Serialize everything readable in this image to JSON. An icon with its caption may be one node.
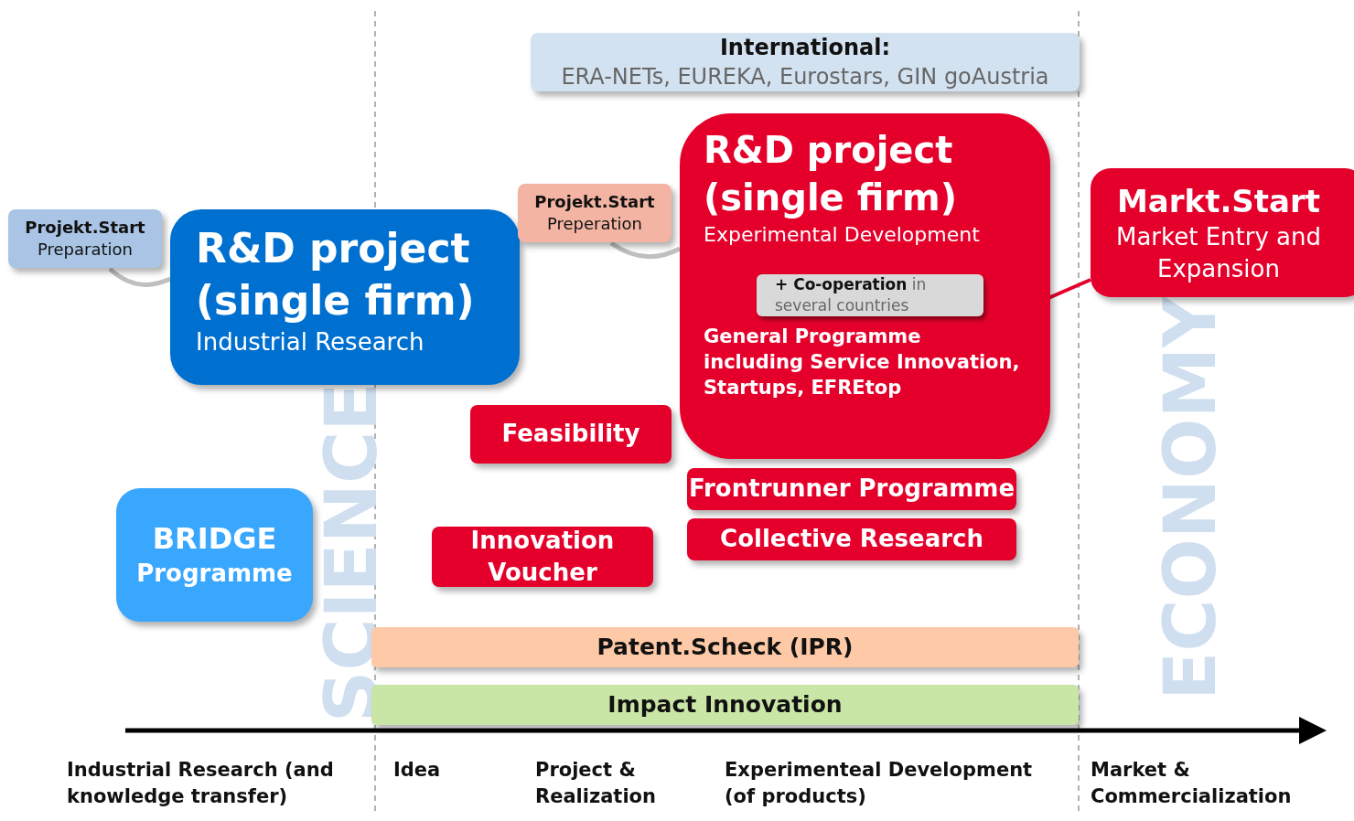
{
  "diagram": {
    "nodes": [
      {
        "text": [
          "International:",
          "ERA-NETs, EUREKA, Eurostars, GIN goAustria"
        ]
      },
      {
        "text": [
          "Projekt.Start",
          "Preparation"
        ]
      },
      {
        "text": [
          "R&D project (single firm)",
          "Industrial Research"
        ]
      },
      {
        "text": [
          "Projekt.Start",
          "Preperation"
        ]
      },
      {
        "text": [
          "R&D project (single firm)",
          "Experimental Development",
          "General Programme including Service Innovation, Startups, EFREtop"
        ]
      },
      {
        "text": [
          "**+ Co-operation** in several countries"
        ],
        "in": 4
      },
      {
        "text": [
          "Markt.Start",
          "Market Entry and Expansion"
        ]
      },
      {
        "text": [
          "Feasibility"
        ]
      },
      {
        "text": [
          "Frontrunner Programme"
        ]
      },
      {
        "text": [
          "Collective Research"
        ]
      },
      {
        "text": [
          "BRIDGE",
          "Programme"
        ]
      },
      {
        "text": [
          "Innovation Voucher"
        ]
      },
      {
        "text": [
          "Patent.Scheck (IPR)"
        ]
      },
      {
        "text": [
          "Impact Innovation"
        ]
      }
    ],
    "edges": [
      {
        "from": 1,
        "to": 2,
        "arrow": "none"
      },
      {
        "from": 3,
        "to": 4,
        "arrow": "none"
      },
      {
        "from": 4,
        "to": 6,
        "arrow": "none",
        "color": "#e4002b"
      }
    ],
    "labels": [
      "SCIENCE",
      "ECONOMY",
      "Industrial Research (and knowledge transfer)",
      "Idea",
      "Project & Realization",
      "Experimenteal Development (of products)",
      "Market & Commercialization"
    ]
  }
}
